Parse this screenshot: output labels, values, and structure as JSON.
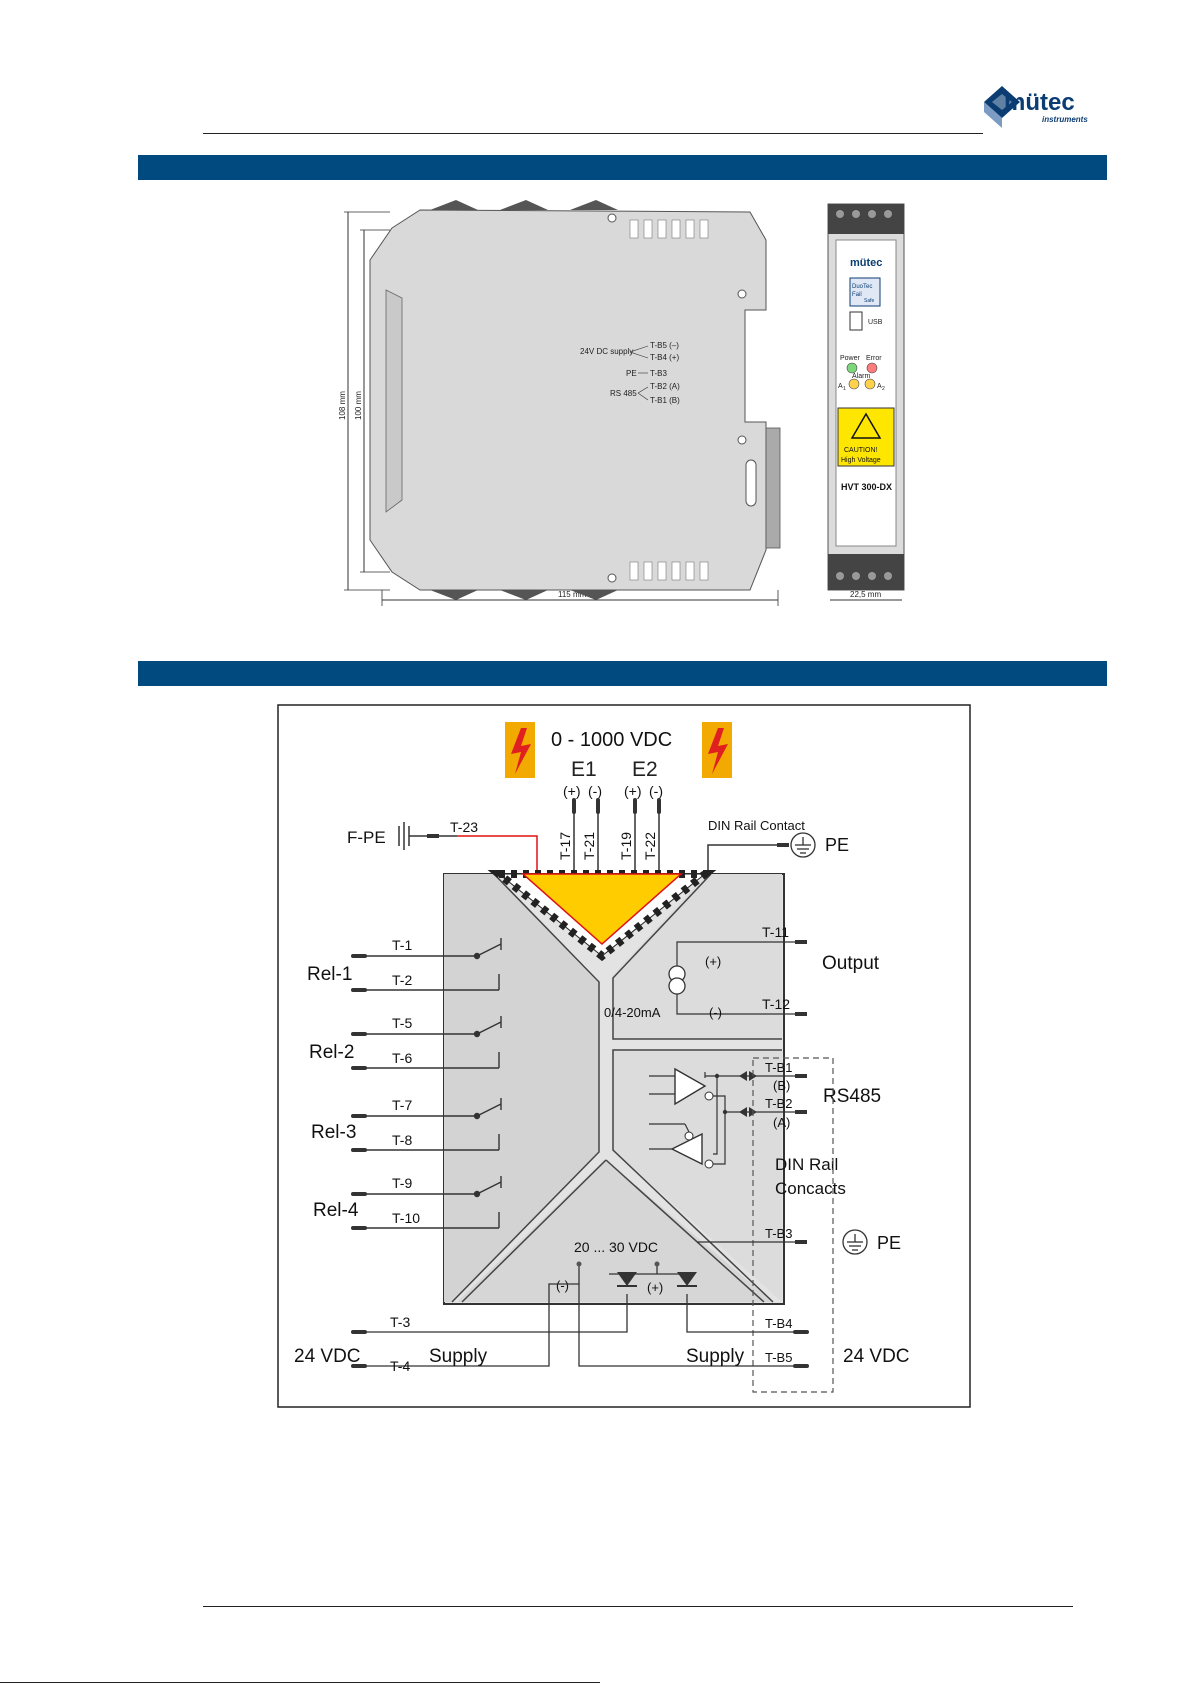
{
  "header": {
    "logo_name": "mütec",
    "logo_sub": "instruments",
    "brand_color": "#0b3d73",
    "bar_color": "#004a80"
  },
  "dimensions": {
    "height_outer": "108 mm",
    "height_inner": "100 mm",
    "width_side": "115 mm",
    "width_front": "22,5 mm",
    "side_labels": {
      "supply": "24V DC supply",
      "pe": "PE",
      "rs485": "RS 485",
      "b5": "T-B5 (–)",
      "b4": "T-B4 (+)",
      "b3": "T-B3",
      "b2": "T-B2 (A)",
      "b1": "T-B1 (B)"
    },
    "front": {
      "logo": "mütec",
      "badge_line1": "DuoTec",
      "badge_line2": "Fail",
      "badge_line3": "Safe",
      "usb": "USB",
      "power": "Power",
      "error": "Error",
      "alarm": "Alarm",
      "a1": "A",
      "a1_sub": "1",
      "a2": "A",
      "a2_sub": "2",
      "caution1": "CAUTION!",
      "caution2": "High Voltage",
      "model": "HVT 300-DX"
    }
  },
  "wiring": {
    "voltage_range": "0 - 1000 VDC",
    "e1": "E1",
    "e2": "E2",
    "plus": "(+)",
    "minus": "(-)",
    "t17": "T-17",
    "t21": "T-21",
    "t19": "T-19",
    "t22": "T-22",
    "fpe": "F-PE",
    "t23": "T-23",
    "din_rail_contact": "DIN Rail Contact",
    "pe": "PE",
    "t11": "T-11",
    "t12": "T-12",
    "output": "Output",
    "current_range": "0/4-20mA",
    "out_plus": "(+)",
    "out_minus": "(-)",
    "rel1": "Rel-1",
    "rel2": "Rel-2",
    "rel3": "Rel-3",
    "rel4": "Rel-4",
    "t1": "T-1",
    "t2": "T-2",
    "t5": "T-5",
    "t6": "T-6",
    "t7": "T-7",
    "t8": "T-8",
    "t9": "T-9",
    "t10": "T-10",
    "tb1": "T-B1",
    "tb1_sub": "(B)",
    "tb2": "T-B2",
    "tb2_sub": "(A)",
    "rs485": "RS485",
    "din_rail": "DIN Rail",
    "concacts": "Concacts",
    "tb3": "T-B3",
    "pe2": "PE",
    "supply_range": "20 ... 30 VDC",
    "sup_minus": "(-)",
    "sup_plus": "(+)",
    "t3": "T-3",
    "t4": "T-4",
    "tb4": "T-B4",
    "tb5": "T-B5",
    "vdc_left": "24 VDC",
    "supply_left": "Supply",
    "supply_right": "Supply",
    "vdc_right": "24 VDC",
    "hazard_color": "#f2a900",
    "hv_color": "#ffcc00"
  }
}
